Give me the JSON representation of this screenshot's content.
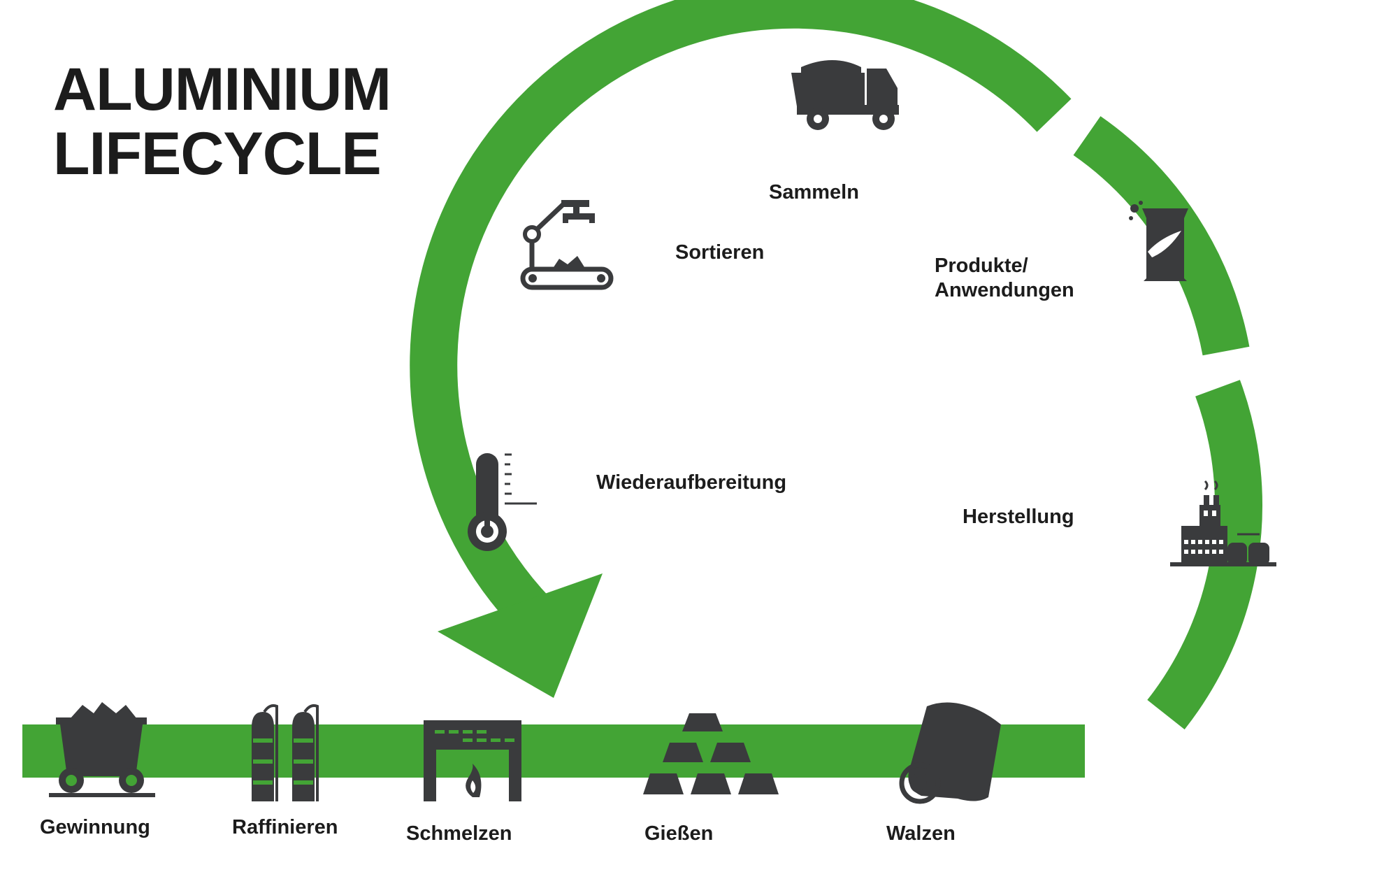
{
  "title": {
    "line1": "ALUMINIUM",
    "line2": "LIFECYCLE"
  },
  "colors": {
    "green": "#43a435",
    "icon": "#3a3b3d",
    "text": "#1c1c1c"
  },
  "loop_steps": {
    "sammeln": "Sammeln",
    "sortieren": "Sortieren",
    "produkte_line1": "Produkte/",
    "produkte_line2": "Anwendungen",
    "wiederaufbereitung": "Wiederaufbereitung",
    "herstellung": "Herstellung"
  },
  "bottom_steps": {
    "gewinnung": "Gewinnung",
    "raffinieren": "Raffinieren",
    "schmelzen": "Schmelzen",
    "giessen": "Gießen",
    "walzen": "Walzen"
  },
  "icons": [
    "truck-icon",
    "conveyor-robot-icon",
    "beverage-can-icon",
    "thermometer-icon",
    "factory-icon",
    "mine-cart-icon",
    "refinery-icon",
    "furnace-icon",
    "ingots-icon",
    "metal-roll-icon"
  ]
}
